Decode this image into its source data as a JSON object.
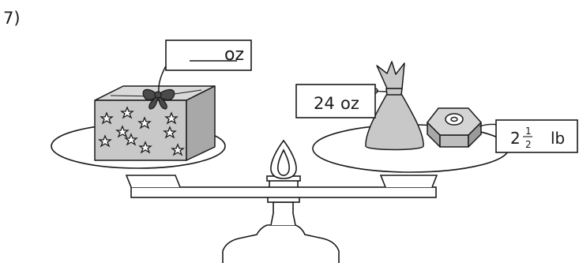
{
  "problem": {
    "number": "7)"
  },
  "left_pan": {
    "object": "gift-box",
    "tag": {
      "value": "",
      "unit": "oz"
    }
  },
  "right_pan": {
    "sack_tag": {
      "value": "24",
      "unit": "oz"
    },
    "weight_tag": {
      "whole": "2",
      "numerator": "1",
      "denominator": "2",
      "unit": "lb"
    }
  },
  "colors": {
    "object_fill": "#c8c8c8",
    "object_top": "#d9d9d9",
    "object_side": "#a8a8a8",
    "stroke": "#1a1a1a"
  },
  "icons": [
    "star-icon",
    "bow-icon",
    "hexagon-weight-icon"
  ]
}
